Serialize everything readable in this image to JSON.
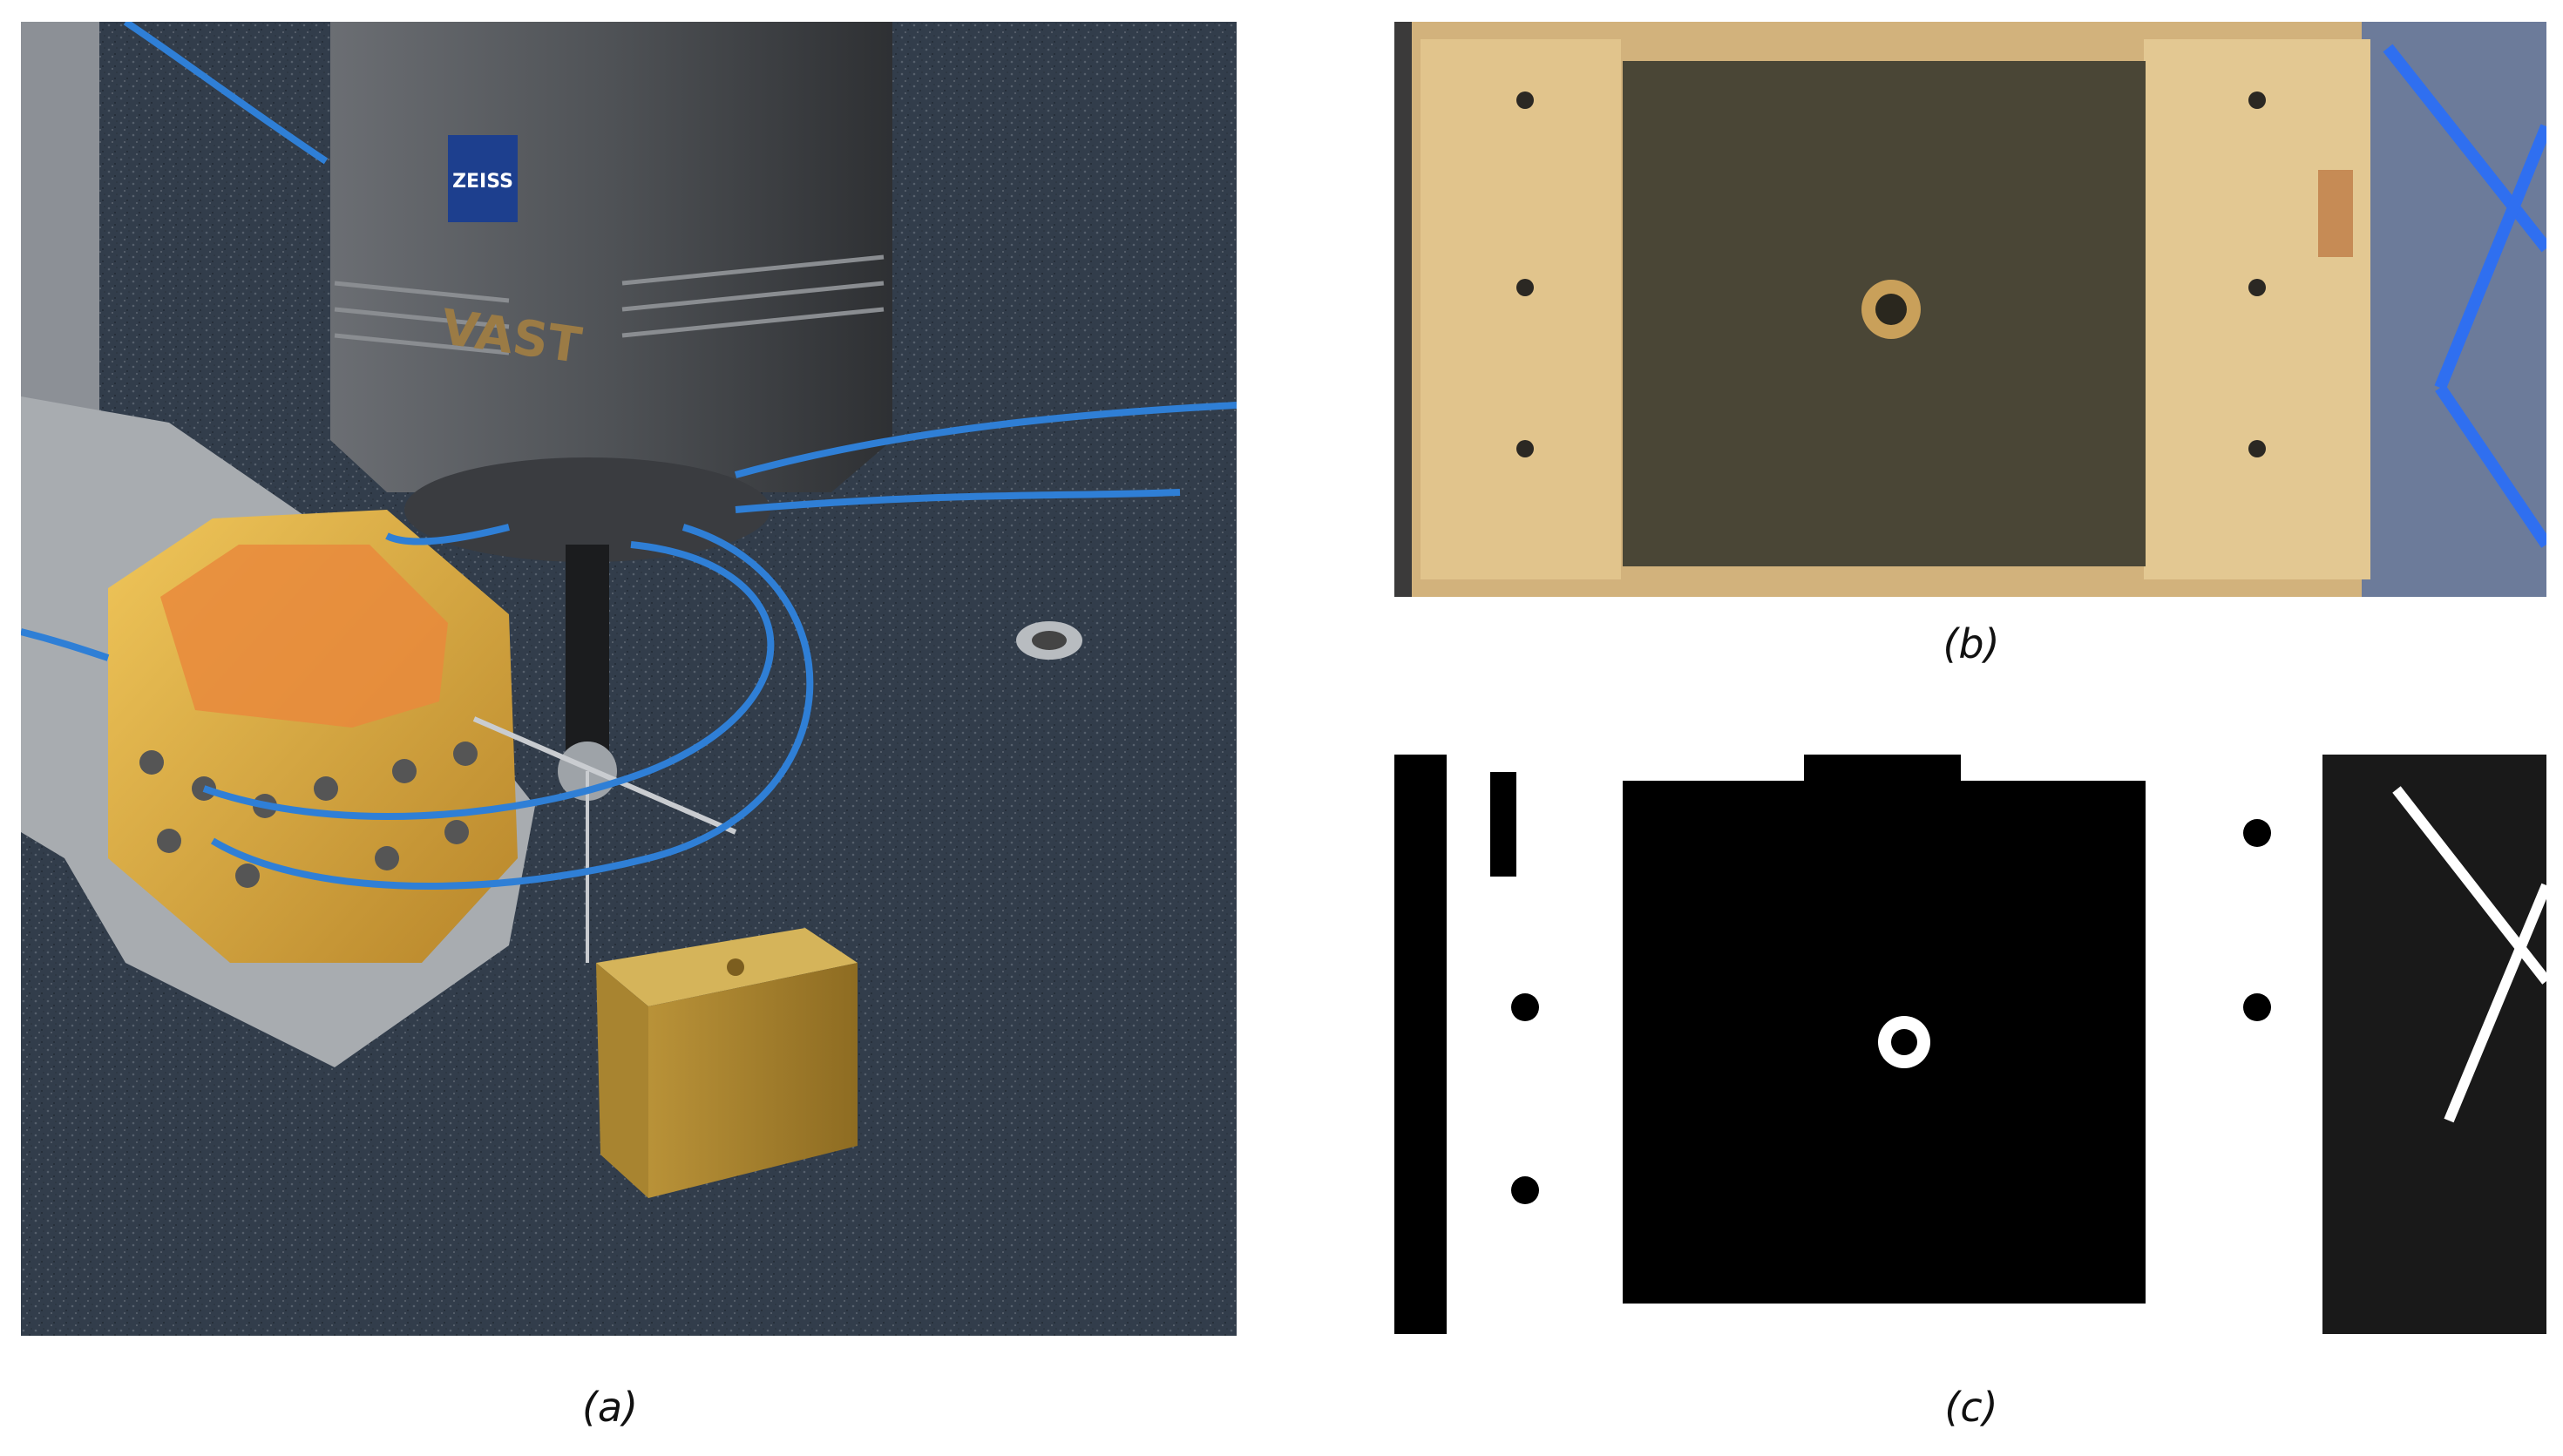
{
  "figure": {
    "panels": [
      {
        "id": "a",
        "caption": "(a)",
        "description": "coordinate measuring machine probe measuring a gold-plated cubic frame and a brass reference cube on a granite table",
        "printed_text": {
          "brand_label": "ZEISS",
          "model_label": "VAST"
        }
      },
      {
        "id": "b",
        "caption": "(b)",
        "description": "top-down color photo of a square plate with central screw hole inside a brass frame"
      },
      {
        "id": "c",
        "caption": "(c)",
        "description": "binarized black-and-white version of panel (b)"
      }
    ],
    "colors": {
      "granite": "#34404f",
      "brass": "#d4a43a",
      "machine_gray": "#5a5d61",
      "cable_blue": "#2f7fd6",
      "plate_dark": "#4a4636",
      "frame_beige": "#d2b27c"
    }
  }
}
